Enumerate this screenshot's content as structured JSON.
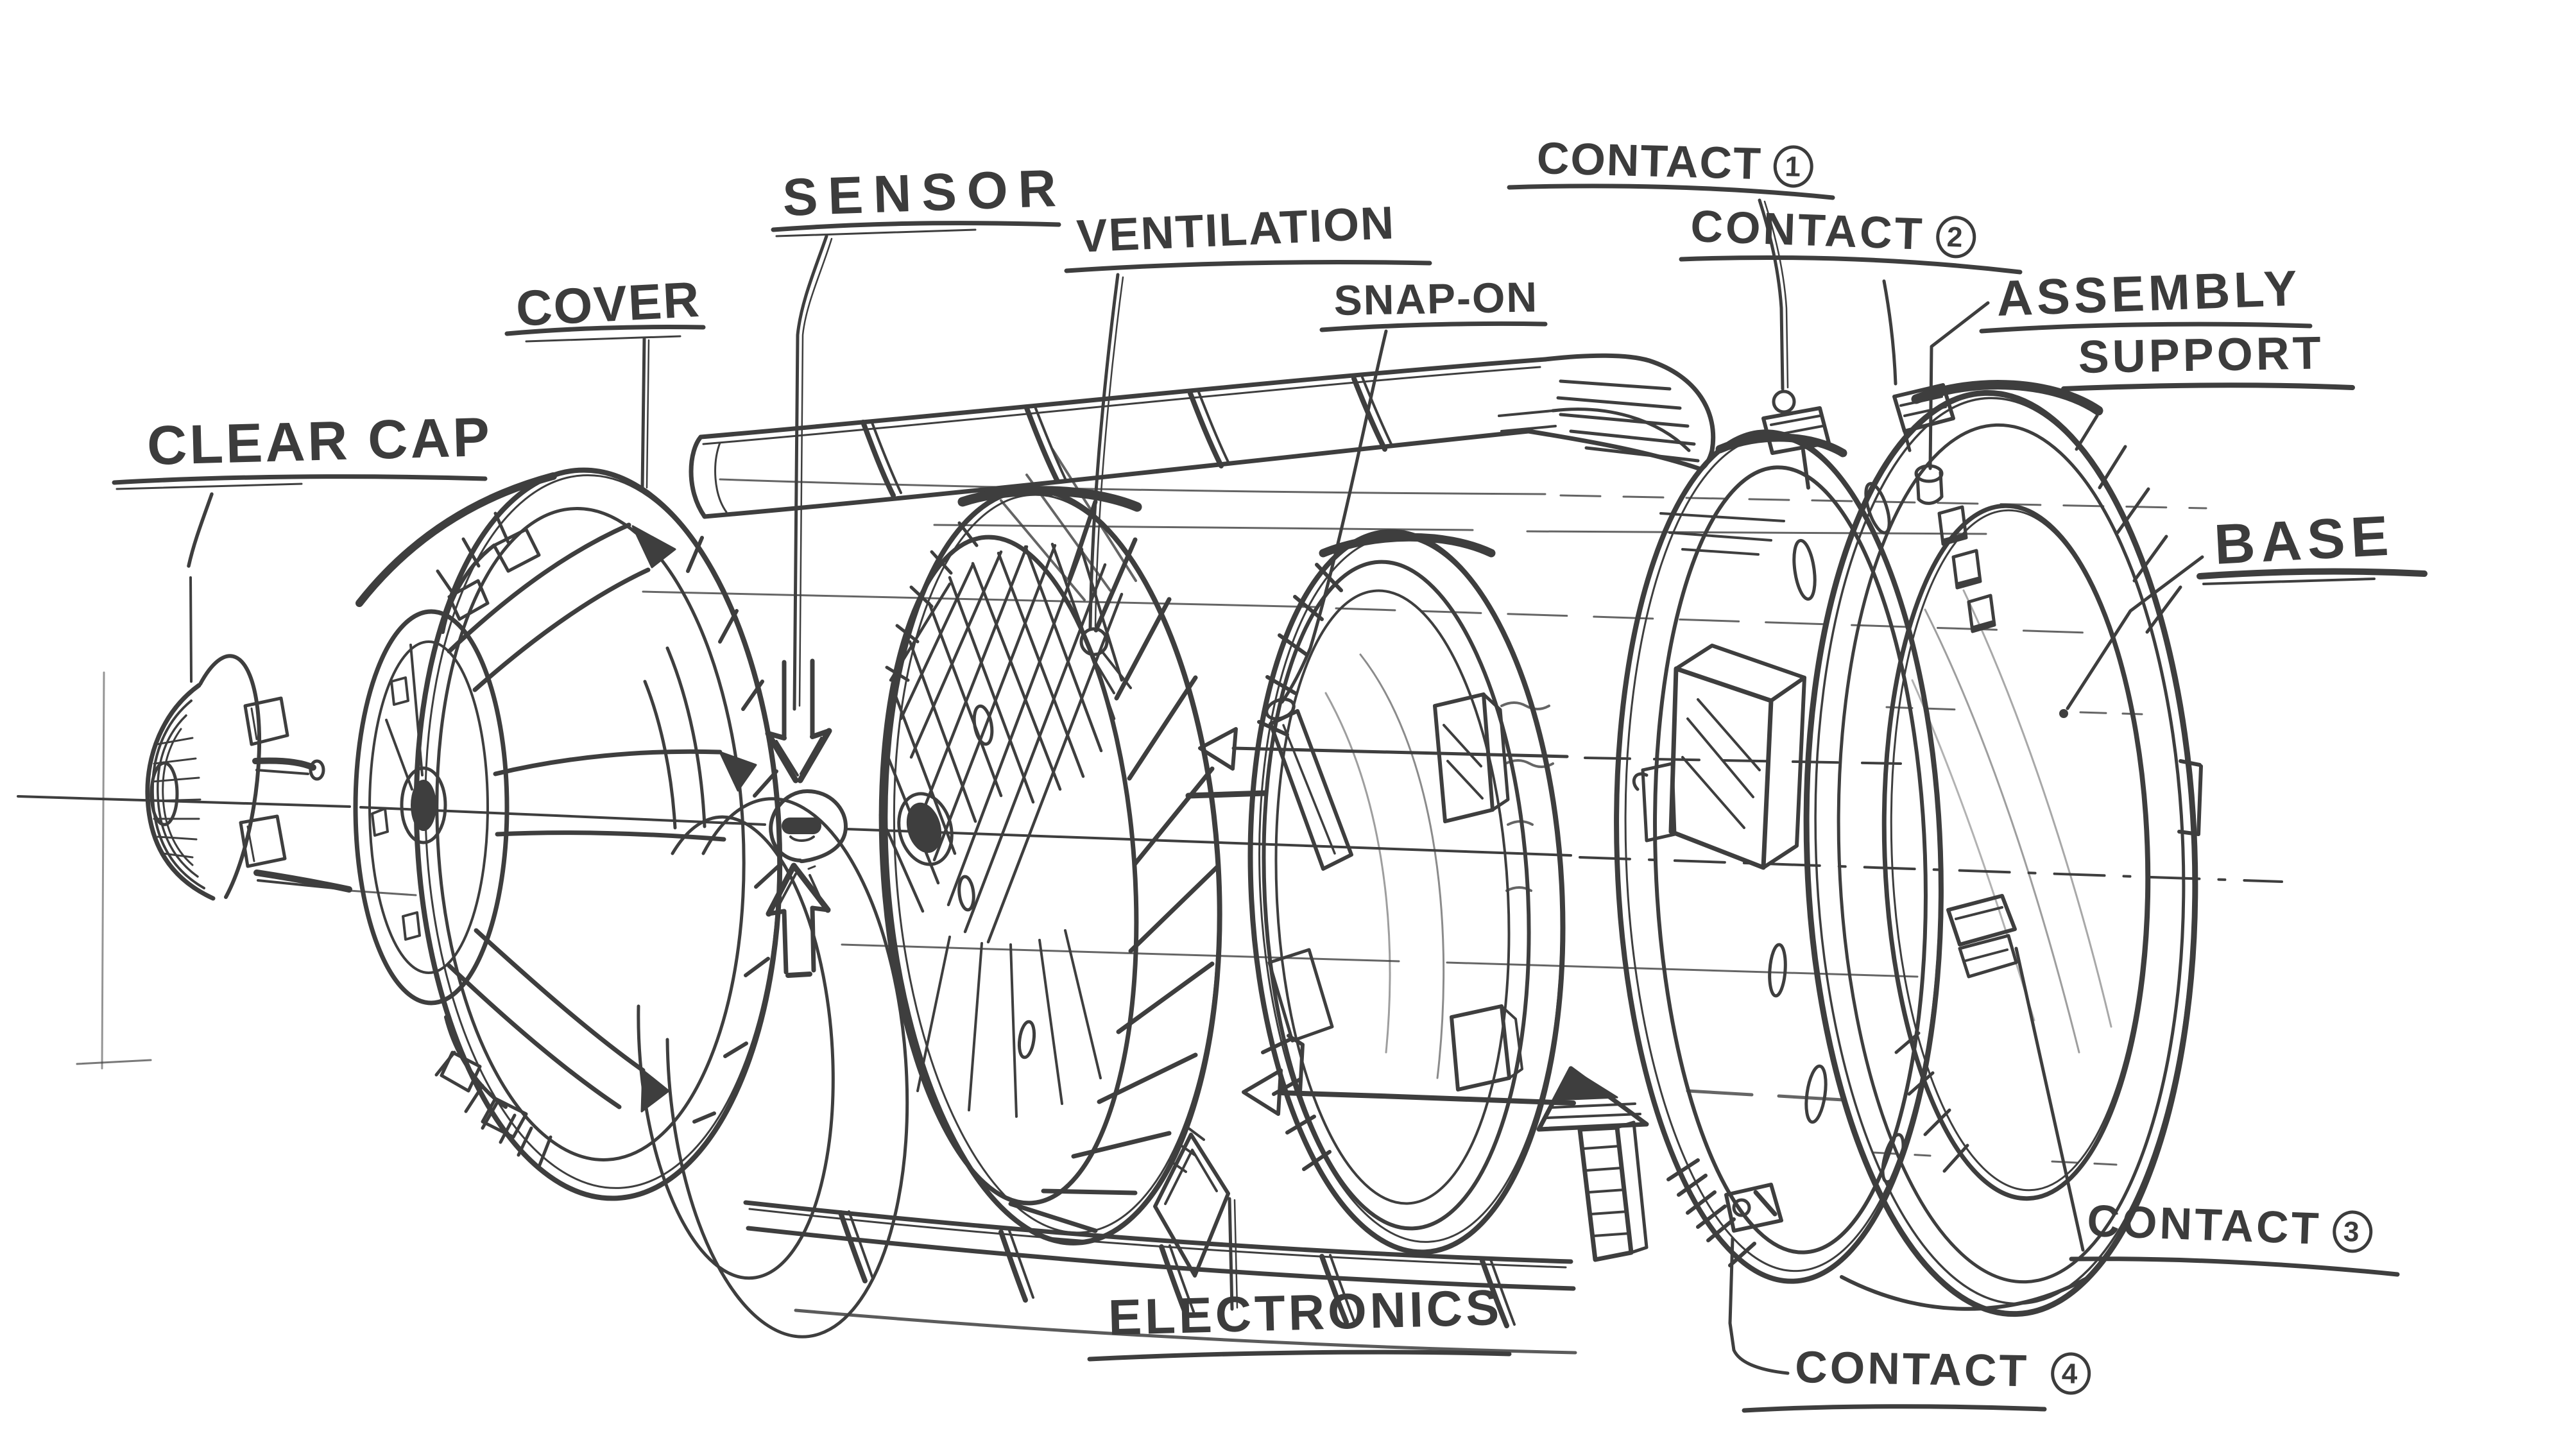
{
  "diagram": {
    "type": "hand-drawn exploded-view sketch of a round sensor device",
    "paper_color": "#ffffff",
    "ink_color": "#3c3c3c",
    "labels": [
      {
        "id": "clear-cap",
        "text": "CLEAR CAP"
      },
      {
        "id": "cover",
        "text": "COVER"
      },
      {
        "id": "sensor",
        "text": "SENSOR"
      },
      {
        "id": "ventilation",
        "text": "VENTILATION"
      },
      {
        "id": "snap-on",
        "text": "SNAP-ON"
      },
      {
        "id": "contact-1",
        "text": "CONTACT",
        "num": "1"
      },
      {
        "id": "contact-2",
        "text": "CONTACT",
        "num": "2"
      },
      {
        "id": "assembly-support",
        "line1": "ASSEMBLY",
        "line2": "SUPPORT"
      },
      {
        "id": "base",
        "text": "BASE"
      },
      {
        "id": "electronics",
        "text": "ELECTRONICS"
      },
      {
        "id": "contact-3",
        "text": "CONTACT",
        "num": "3"
      },
      {
        "id": "contact-4",
        "text": "CONTACT",
        "num": "4"
      }
    ]
  }
}
